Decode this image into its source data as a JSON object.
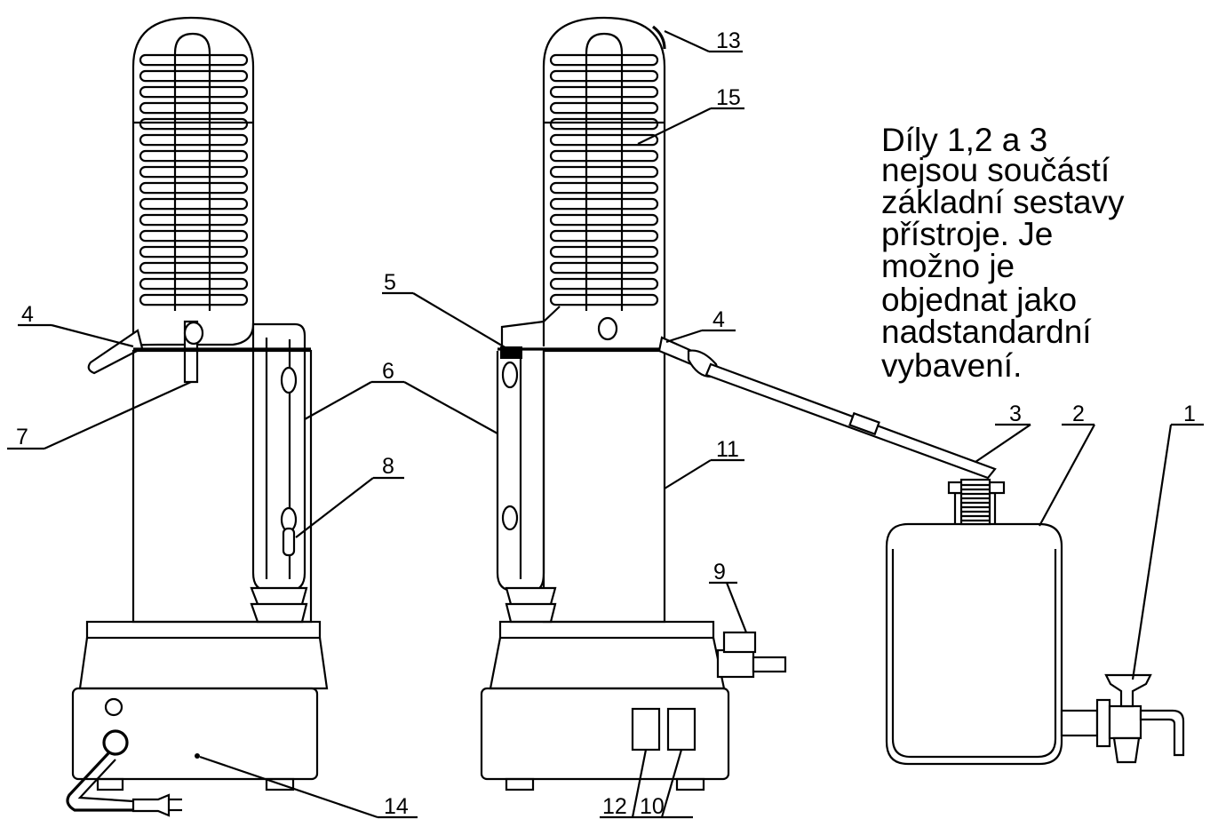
{
  "note": {
    "lines": [
      "Díly 1,2 a 3",
      "nejsou součástí",
      "základní sestavy",
      "přístroje. Je",
      "možno je",
      "objednat jako",
      "nadstandardní",
      "vybavení."
    ]
  },
  "callouts": [
    {
      "id": "4",
      "text": "4"
    },
    {
      "id": "7",
      "text": "7"
    },
    {
      "id": "6",
      "text": "6"
    },
    {
      "id": "8",
      "text": "8"
    },
    {
      "id": "14",
      "text": "14"
    },
    {
      "id": "13",
      "text": "13"
    },
    {
      "id": "15",
      "text": "15"
    },
    {
      "id": "5",
      "text": "5"
    },
    {
      "id": "4b",
      "text": "4"
    },
    {
      "id": "11",
      "text": "11"
    },
    {
      "id": "9",
      "text": "9"
    },
    {
      "id": "12",
      "text": "12"
    },
    {
      "id": "10",
      "text": "10"
    },
    {
      "id": "3",
      "text": "3"
    },
    {
      "id": "2",
      "text": "2"
    },
    {
      "id": "1",
      "text": "1"
    }
  ]
}
